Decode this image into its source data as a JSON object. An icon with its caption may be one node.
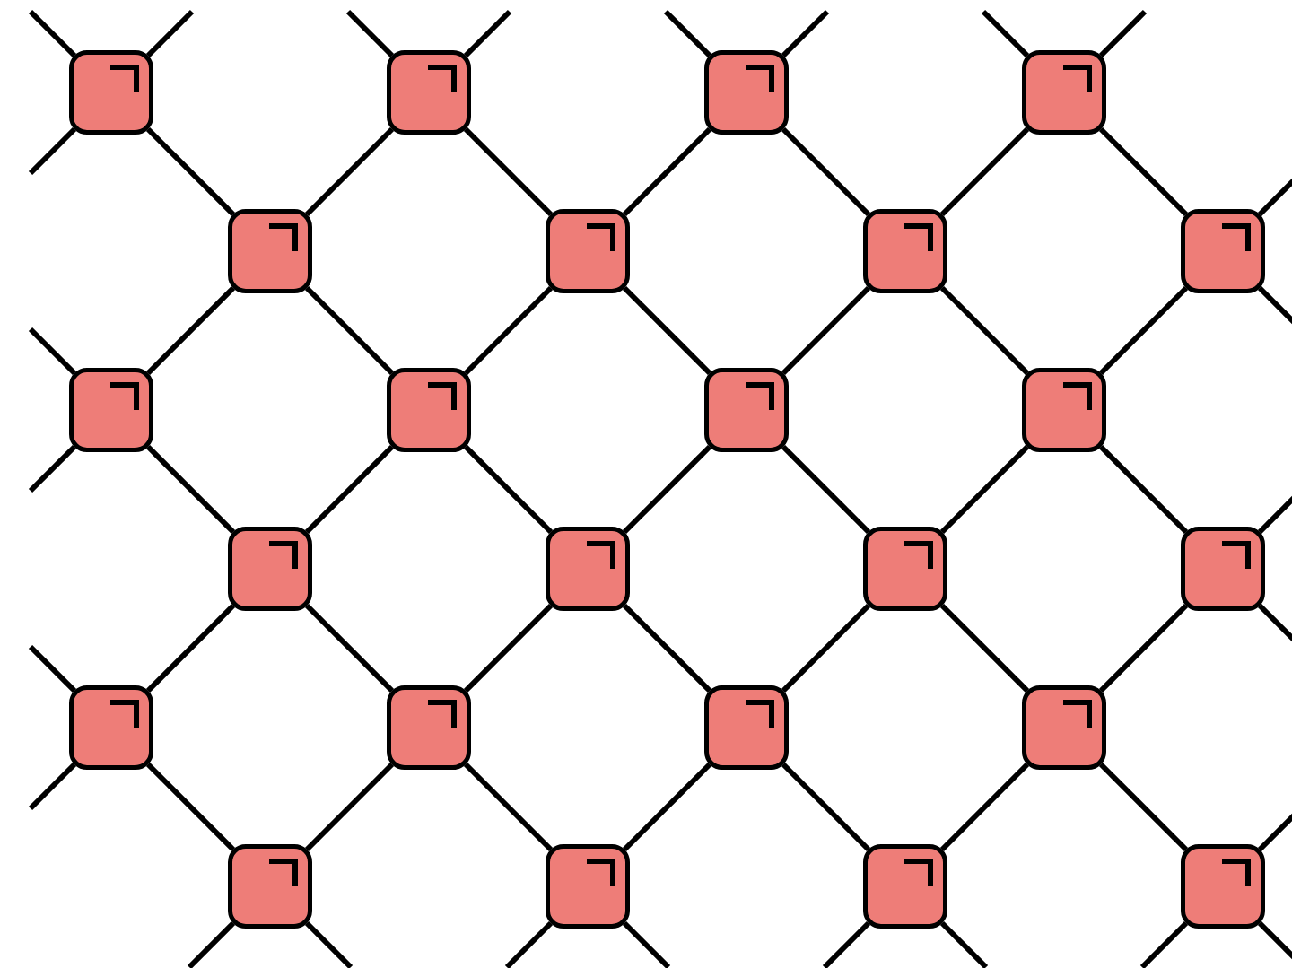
{
  "diagram": {
    "nodes": [
      {
        "text": [],
        "shape": "box"
      },
      {
        "text": [],
        "shape": "box"
      },
      {
        "text": [],
        "shape": "box"
      },
      {
        "text": [],
        "shape": "box"
      },
      {
        "text": [],
        "shape": "box"
      },
      {
        "text": [],
        "shape": "box"
      },
      {
        "text": [],
        "shape": "box"
      },
      {
        "text": [],
        "shape": "box"
      },
      {
        "text": [],
        "shape": "box"
      },
      {
        "text": [],
        "shape": "box"
      },
      {
        "text": [],
        "shape": "box"
      },
      {
        "text": [],
        "shape": "box"
      },
      {
        "text": [],
        "shape": "box"
      },
      {
        "text": [],
        "shape": "box"
      },
      {
        "text": [],
        "shape": "box"
      },
      {
        "text": [],
        "shape": "box"
      },
      {
        "text": [],
        "shape": "box"
      },
      {
        "text": [],
        "shape": "box"
      },
      {
        "text": [],
        "shape": "box"
      },
      {
        "text": [],
        "shape": "box"
      },
      {
        "text": [],
        "shape": "box"
      },
      {
        "text": [],
        "shape": "box"
      },
      {
        "text": [],
        "shape": "box"
      },
      {
        "text": [],
        "shape": "box"
      }
    ],
    "edges": [
      {
        "from": 0,
        "to": 4,
        "arrow": "none"
      },
      {
        "from": 1,
        "to": 4,
        "arrow": "none"
      },
      {
        "from": 1,
        "to": 5,
        "arrow": "none"
      },
      {
        "from": 2,
        "to": 5,
        "arrow": "none"
      },
      {
        "from": 2,
        "to": 6,
        "arrow": "none"
      },
      {
        "from": 3,
        "to": 6,
        "arrow": "none"
      },
      {
        "from": 3,
        "to": 7,
        "arrow": "none"
      },
      {
        "from": 4,
        "to": 8,
        "arrow": "none"
      },
      {
        "from": 4,
        "to": 9,
        "arrow": "none"
      },
      {
        "from": 5,
        "to": 9,
        "arrow": "none"
      },
      {
        "from": 5,
        "to": 10,
        "arrow": "none"
      },
      {
        "from": 6,
        "to": 10,
        "arrow": "none"
      },
      {
        "from": 6,
        "to": 11,
        "arrow": "none"
      },
      {
        "from": 7,
        "to": 11,
        "arrow": "none"
      },
      {
        "from": 8,
        "to": 12,
        "arrow": "none"
      },
      {
        "from": 9,
        "to": 12,
        "arrow": "none"
      },
      {
        "from": 9,
        "to": 13,
        "arrow": "none"
      },
      {
        "from": 10,
        "to": 13,
        "arrow": "none"
      },
      {
        "from": 10,
        "to": 14,
        "arrow": "none"
      },
      {
        "from": 11,
        "to": 14,
        "arrow": "none"
      },
      {
        "from": 11,
        "to": 15,
        "arrow": "none"
      },
      {
        "from": 12,
        "to": 16,
        "arrow": "none"
      },
      {
        "from": 12,
        "to": 17,
        "arrow": "none"
      },
      {
        "from": 13,
        "to": 17,
        "arrow": "none"
      },
      {
        "from": 13,
        "to": 18,
        "arrow": "none"
      },
      {
        "from": 14,
        "to": 18,
        "arrow": "none"
      },
      {
        "from": 14,
        "to": 19,
        "arrow": "none"
      },
      {
        "from": 15,
        "to": 19,
        "arrow": "none"
      },
      {
        "from": 16,
        "to": 20,
        "arrow": "none"
      },
      {
        "from": 17,
        "to": 20,
        "arrow": "none"
      },
      {
        "from": 17,
        "to": 21,
        "arrow": "none"
      },
      {
        "from": 18,
        "to": 21,
        "arrow": "none"
      },
      {
        "from": 18,
        "to": 22,
        "arrow": "none"
      },
      {
        "from": 19,
        "to": 22,
        "arrow": "none"
      },
      {
        "from": 19,
        "to": 23,
        "arrow": "none"
      },
      {
        "from": 0,
        "to": null,
        "arrow": "none"
      },
      {
        "from": 0,
        "to": null,
        "arrow": "none"
      },
      {
        "from": 0,
        "to": null,
        "arrow": "none"
      },
      {
        "from": 1,
        "to": null,
        "arrow": "none"
      },
      {
        "from": 1,
        "to": null,
        "arrow": "none"
      },
      {
        "from": 2,
        "to": null,
        "arrow": "none"
      },
      {
        "from": 2,
        "to": null,
        "arrow": "none"
      },
      {
        "from": 3,
        "to": null,
        "arrow": "none"
      },
      {
        "from": 3,
        "to": null,
        "arrow": "none"
      },
      {
        "from": 7,
        "to": null,
        "arrow": "none"
      },
      {
        "from": 7,
        "to": null,
        "arrow": "none"
      },
      {
        "from": 8,
        "to": null,
        "arrow": "none"
      },
      {
        "from": 8,
        "to": null,
        "arrow": "none"
      },
      {
        "from": 15,
        "to": null,
        "arrow": "none"
      },
      {
        "from": 15,
        "to": null,
        "arrow": "none"
      },
      {
        "from": 16,
        "to": null,
        "arrow": "none"
      },
      {
        "from": 16,
        "to": null,
        "arrow": "none"
      },
      {
        "from": 20,
        "to": null,
        "arrow": "none"
      },
      {
        "from": 20,
        "to": null,
        "arrow": "none"
      },
      {
        "from": 21,
        "to": null,
        "arrow": "none"
      },
      {
        "from": 21,
        "to": null,
        "arrow": "none"
      },
      {
        "from": 22,
        "to": null,
        "arrow": "none"
      },
      {
        "from": 22,
        "to": null,
        "arrow": "none"
      },
      {
        "from": 23,
        "to": null,
        "arrow": "none"
      },
      {
        "from": 23,
        "to": null,
        "arrow": "none"
      },
      {
        "from": 23,
        "to": null,
        "arrow": "none"
      }
    ]
  }
}
